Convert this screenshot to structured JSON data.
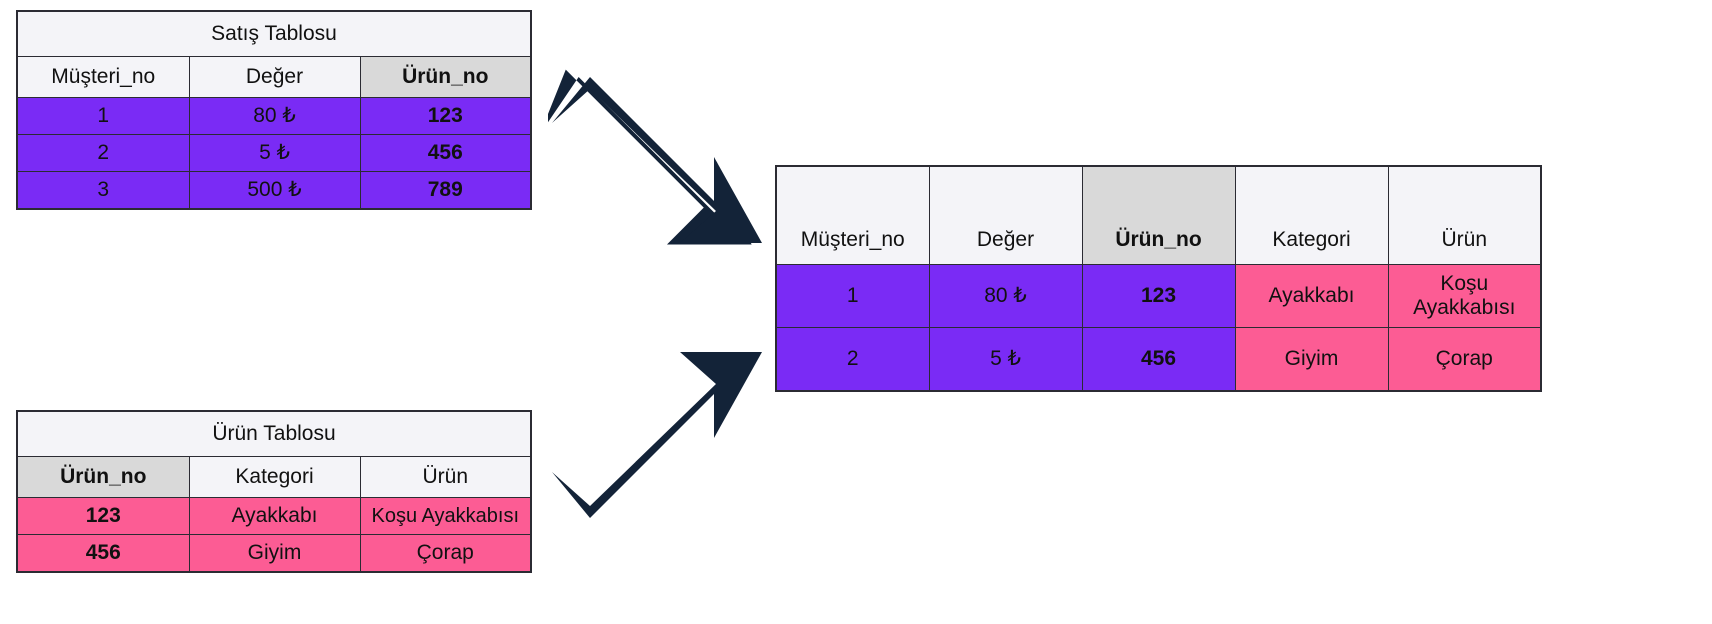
{
  "diagram": {
    "kind": "join-diagram",
    "accent_purple": "#7a2bf5",
    "accent_pink": "#fc5c94",
    "key_header_bg": "#d9d9d9",
    "header_bg": "#f4f4f8",
    "border_color": "#2b2b33",
    "arrow_color": "#132338"
  },
  "sales_table": {
    "title": "Satış Tablosu",
    "columns": [
      "Müşteri_no",
      "Değer",
      "Ürün_no"
    ],
    "key_column": "Ürün_no",
    "rows": [
      [
        "1",
        "80 ₺",
        "123"
      ],
      [
        "2",
        "5 ₺",
        "456"
      ],
      [
        "3",
        "500 ₺",
        "789"
      ]
    ]
  },
  "product_table": {
    "title": "Ürün Tablosu",
    "columns": [
      "Ürün_no",
      "Kategori",
      "Ürün"
    ],
    "key_column": "Ürün_no",
    "rows": [
      [
        "123",
        "Ayakkabı",
        "Koşu Ayakkabısı"
      ],
      [
        "456",
        "Giyim",
        "Çorap"
      ]
    ]
  },
  "result_table": {
    "columns": [
      "Müşteri_no",
      "Değer",
      "Ürün_no",
      "Kategori",
      "Ürün"
    ],
    "key_column": "Ürün_no",
    "rows": [
      [
        "1",
        "80 ₺",
        "123",
        "Ayakkabı",
        "Koşu Ayakkabısı"
      ],
      [
        "2",
        "5 ₺",
        "456",
        "Giyim",
        "Çorap"
      ]
    ]
  },
  "arrows": [
    {
      "name": "arrow-sales-to-result",
      "direction": "down-right"
    },
    {
      "name": "arrow-product-to-result",
      "direction": "up-right"
    }
  ]
}
